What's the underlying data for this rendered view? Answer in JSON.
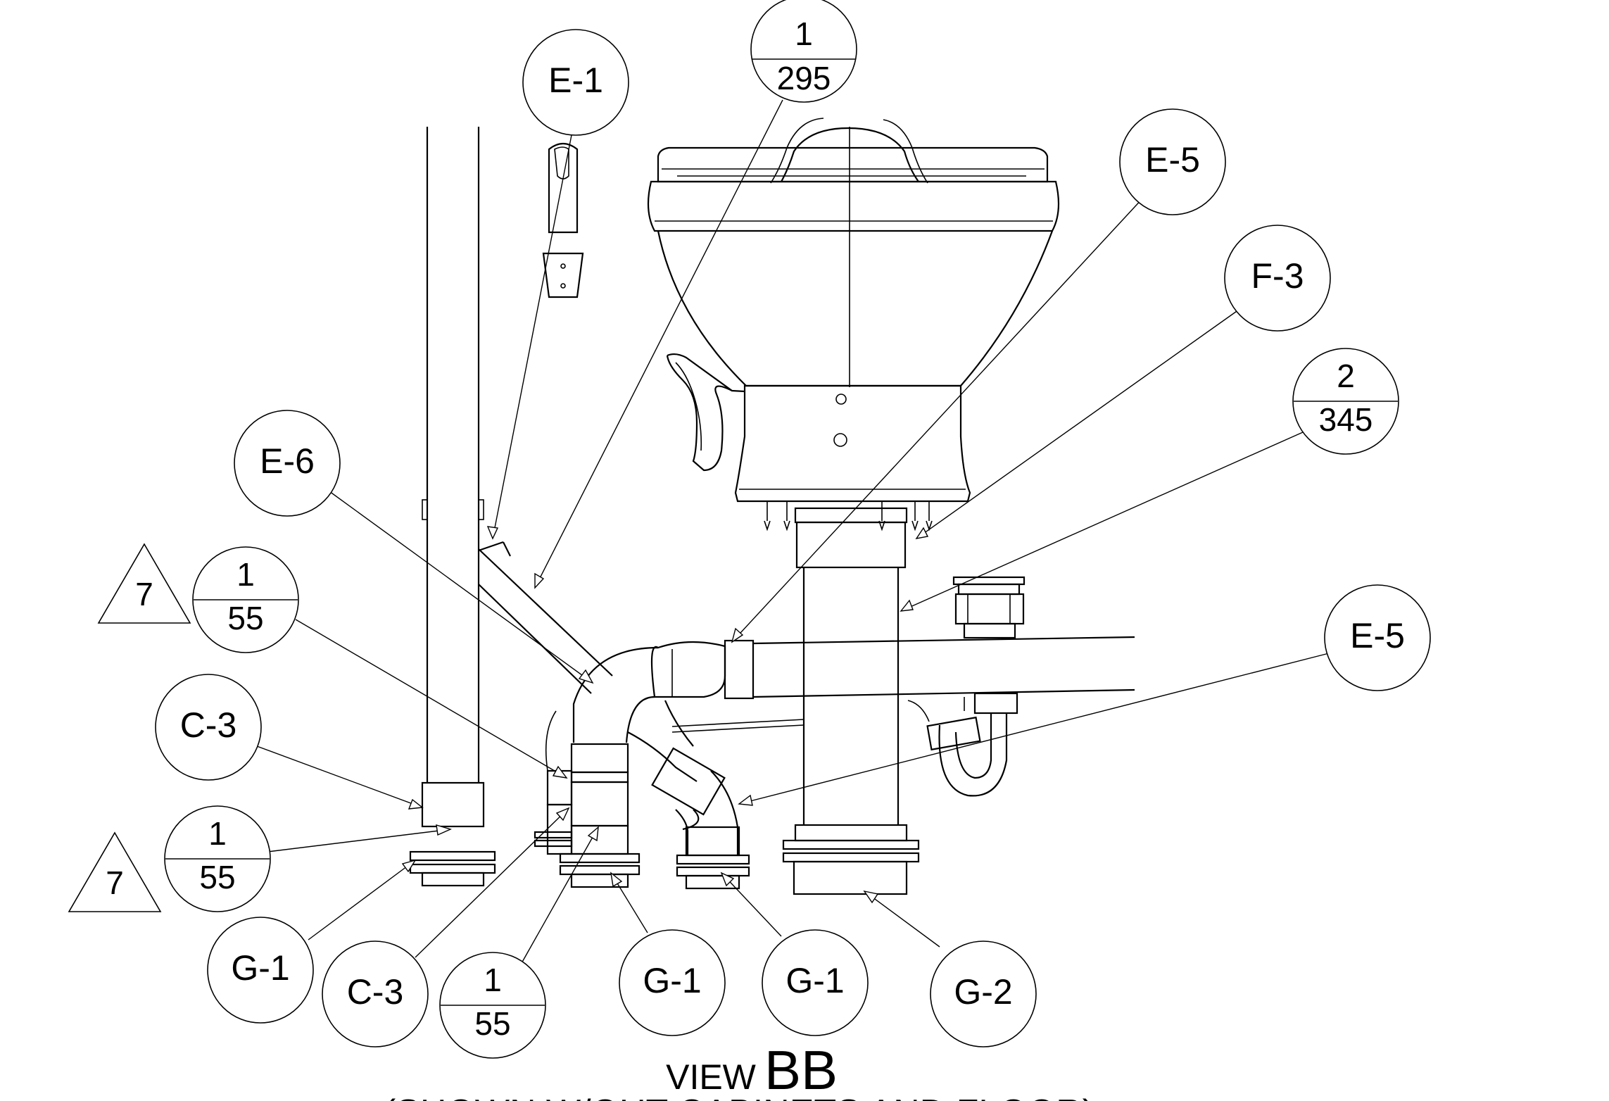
{
  "title": {
    "prefix": "VIEW",
    "name": "BB",
    "subtitle": "(SHOWN W/OUT CABINETS AND FLOOR)"
  },
  "callouts": [
    {
      "id": "e1",
      "label": "E-1"
    },
    {
      "id": "e5a",
      "label": "E-5"
    },
    {
      "id": "f3",
      "label": "F-3"
    },
    {
      "id": "e6",
      "label": "E-6"
    },
    {
      "id": "e5b",
      "label": "E-5"
    },
    {
      "id": "c3a",
      "label": "C-3"
    },
    {
      "id": "g1a",
      "label": "G-1"
    },
    {
      "id": "c3b",
      "label": "C-3"
    },
    {
      "id": "g1b",
      "label": "G-1"
    },
    {
      "id": "g1c",
      "label": "G-1"
    },
    {
      "id": "g2",
      "label": "G-2"
    }
  ],
  "detail_refs": [
    {
      "id": "d295",
      "top": "1",
      "bottom": "295"
    },
    {
      "id": "d345",
      "top": "2",
      "bottom": "345"
    },
    {
      "id": "d55a",
      "top": "1",
      "bottom": "55"
    },
    {
      "id": "d55b",
      "top": "1",
      "bottom": "55"
    },
    {
      "id": "d55c",
      "top": "1",
      "bottom": "55"
    }
  ],
  "revision_flags": [
    {
      "id": "flag-a",
      "label": "7"
    },
    {
      "id": "flag-b",
      "label": "7"
    }
  ]
}
